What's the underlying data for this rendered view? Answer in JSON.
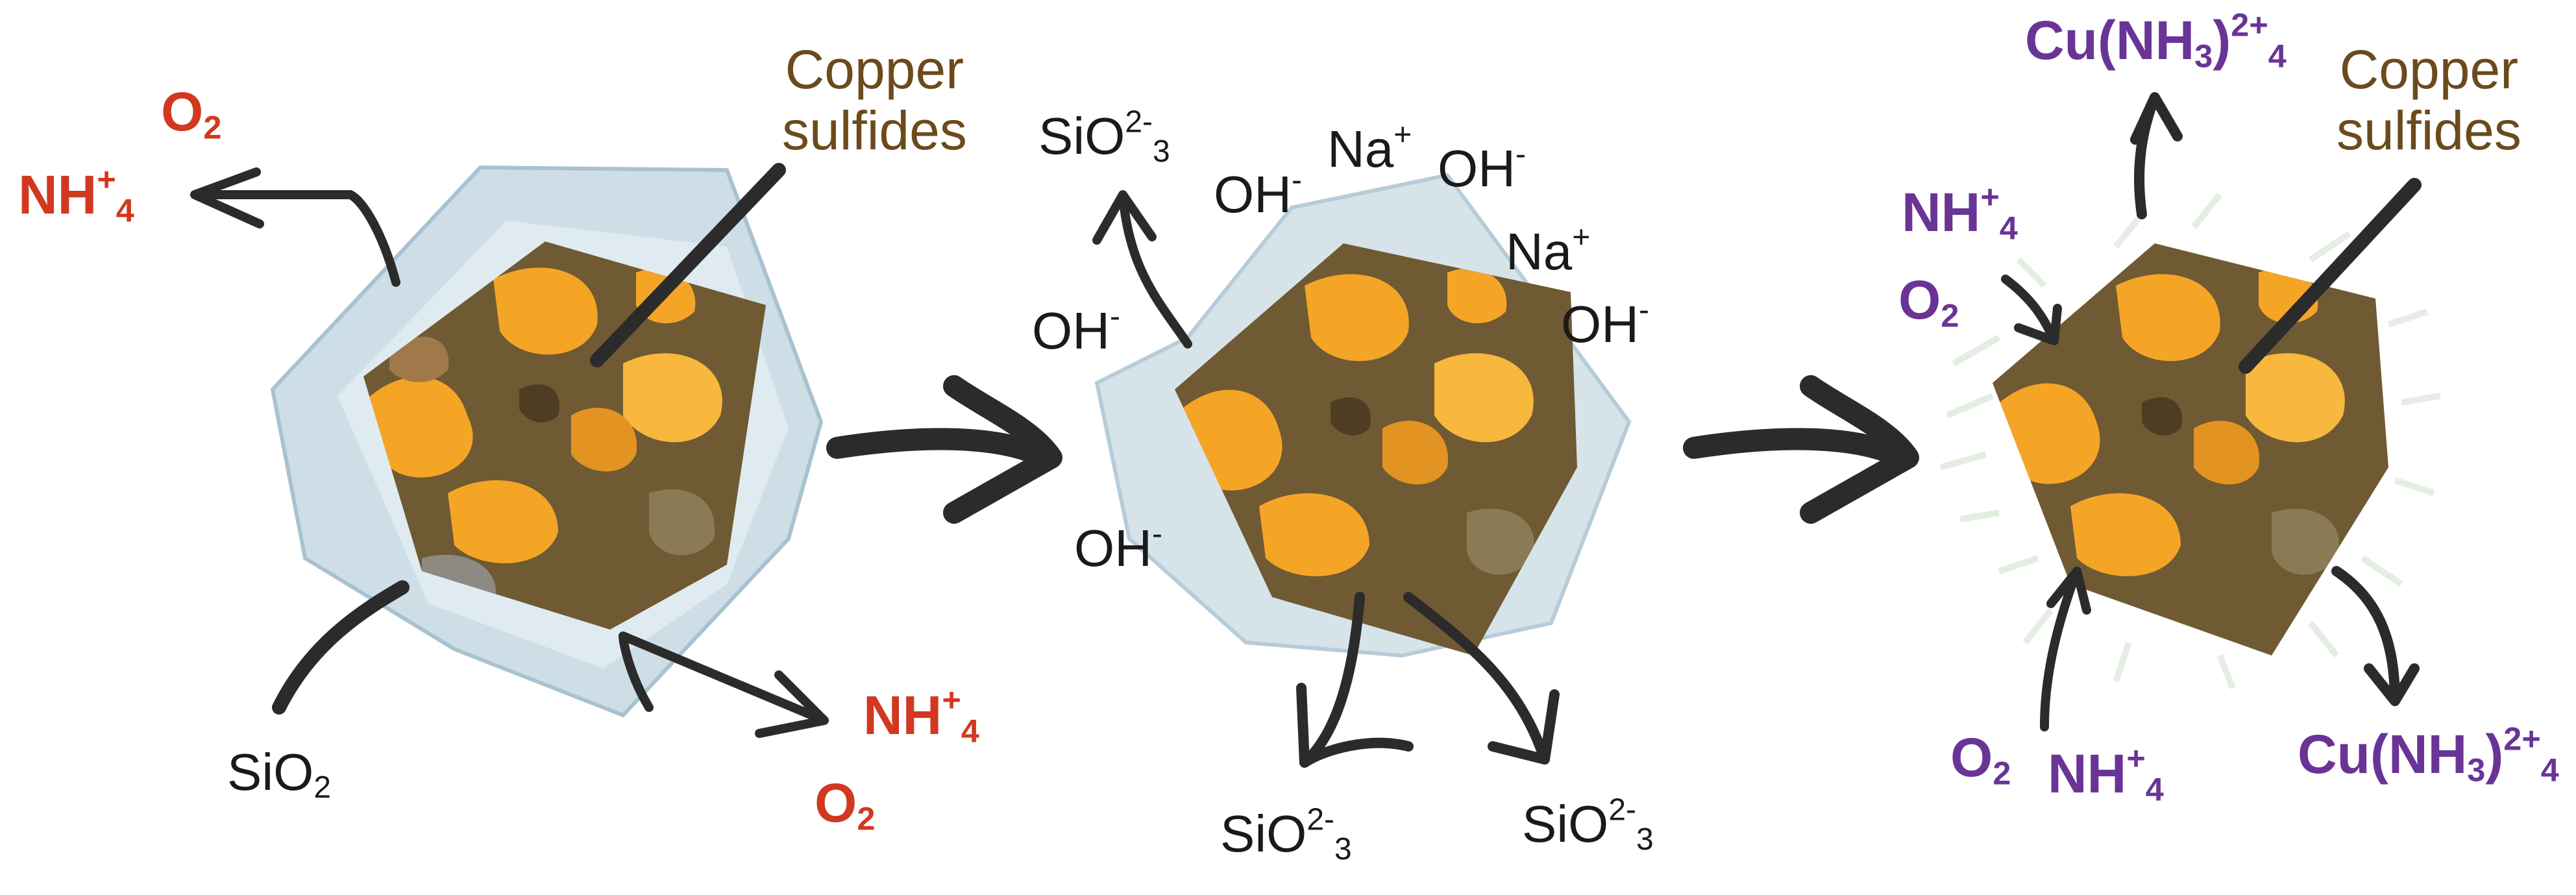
{
  "colors": {
    "reactant_red": "#d2381f",
    "product_purple": "#6a3496",
    "label_brown": "#6b4a1c",
    "label_black": "#1a1a1a",
    "silica_shell": "#c9dbe4",
    "sulfide_dark": "#6f5a33",
    "sulfide_light": "#f4a526"
  },
  "stage1": {
    "o2_top": {
      "base": "O",
      "sub": "2"
    },
    "nh4_top": {
      "base": "NH",
      "sub": "4",
      "sup": "+"
    },
    "copper_label": "Copper\nsulfides",
    "sio2": {
      "base": "SiO",
      "sub": "2"
    },
    "nh4_bottom": {
      "base": "NH",
      "sub": "4",
      "sup": "+"
    },
    "o2_bottom": {
      "base": "O",
      "sub": "2"
    }
  },
  "stage2": {
    "sio3_top": {
      "base": "SiO",
      "sub": "3",
      "sup": "2-"
    },
    "na_top": {
      "base": "Na",
      "sup": "+"
    },
    "oh_1": {
      "base": "OH",
      "sup": "-"
    },
    "oh_2": {
      "base": "OH",
      "sup": "-"
    },
    "na_right": {
      "base": "Na",
      "sup": "+"
    },
    "oh_left": {
      "base": "OH",
      "sup": "-"
    },
    "oh_right": {
      "base": "OH",
      "sup": "-"
    },
    "oh_bottom": {
      "base": "OH",
      "sup": "-"
    },
    "sio3_bottom_left": {
      "base": "SiO",
      "sub": "3",
      "sup": "2-"
    },
    "sio3_bottom_right": {
      "base": "SiO",
      "sub": "3",
      "sup": "2-"
    }
  },
  "stage3": {
    "cu_top": {
      "pre": "Cu(NH",
      "sub": "3",
      "post": ")",
      "sub2": "4",
      "sup": "2+"
    },
    "copper_label": "Copper\nsulfides",
    "nh4_left": {
      "base": "NH",
      "sub": "4",
      "sup": "+"
    },
    "o2_left": {
      "base": "O",
      "sub": "2"
    },
    "o2_bottom": {
      "base": "O",
      "sub": "2"
    },
    "nh4_bottom": {
      "base": "NH",
      "sub": "4",
      "sup": "+"
    },
    "cu_bottom": {
      "pre": "Cu(NH",
      "sub": "3",
      "post": ")",
      "sub2": "4",
      "sup": "2+"
    }
  }
}
